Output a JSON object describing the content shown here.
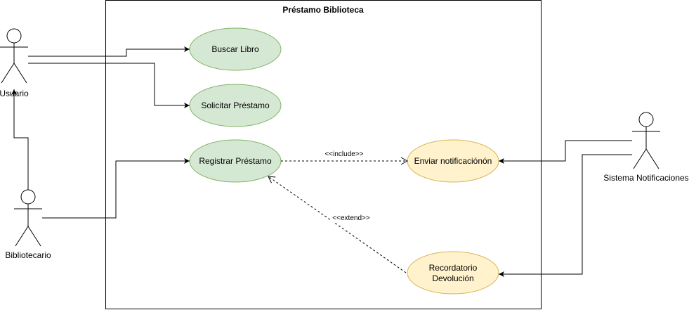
{
  "system": {
    "title": "Préstamo Biblioteca"
  },
  "actors": {
    "usuario": "Usuario",
    "bibliotecario": "Bibliotecario",
    "sistema": "Sistema Notificaciones"
  },
  "use_cases": {
    "buscar": "Buscar Libro",
    "solicitar": "Solicitar Préstamo",
    "registrar": "Registrar Préstamo",
    "enviar": "Enviar notificaciónón",
    "recordatorio_line1": "Recordatorio",
    "recordatorio_line2": "Devolución"
  },
  "relations": {
    "include": "<<include>>",
    "extend": "<<extend>>"
  },
  "colors": {
    "green_fill": "#d5e8d4",
    "green_stroke": "#82b366",
    "yellow_fill": "#fff2cc",
    "yellow_stroke": "#d6b656"
  }
}
